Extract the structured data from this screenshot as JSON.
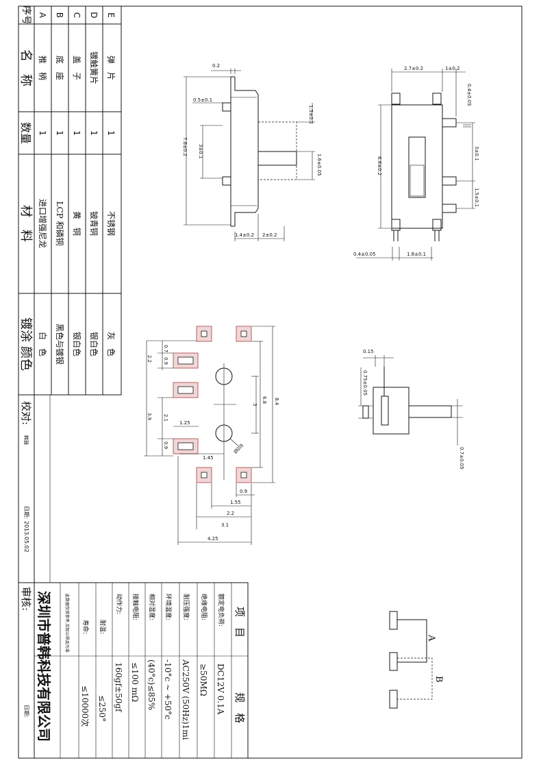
{
  "bom": {
    "headers": {
      "no": "序号",
      "name": "名　称",
      "qty": "数量",
      "material": "材　料",
      "plating": "镀涂 颜色"
    },
    "rows": [
      {
        "no": "A",
        "name": "推　柄",
        "qty": "1",
        "material": "进口增强尼龙",
        "plating": "白　色"
      },
      {
        "no": "B",
        "name": "底　座",
        "qty": "1",
        "material": "LCP 和磷铜",
        "plating": "黑色与镀银"
      },
      {
        "no": "C",
        "name": "盖　子",
        "qty": "1",
        "material": "黄　铜",
        "plating": "银白色"
      },
      {
        "no": "D",
        "name": "镀触簧片",
        "qty": "1",
        "material": "铍青铜",
        "plating": "银白色"
      },
      {
        "no": "E",
        "name": "弹　片",
        "qty": "1",
        "material": "不锈钢",
        "plating": "灰　色"
      }
    ]
  },
  "review": {
    "check_label": "校对:",
    "check_value": "韩鼓",
    "date_label": "日期:",
    "date_value": "2013.05.02",
    "audit_label": "审核:",
    "audit_date_label": "日期:"
  },
  "company": "深圳市普韩科技有限公司",
  "spec": {
    "header_item": "项　目",
    "header_spec": "规　格",
    "rows": [
      {
        "item": "额定电负荷:",
        "value": "DC12V 0.1A"
      },
      {
        "item": "绝缘电阻:",
        "value": "≥50MΩ"
      },
      {
        "item": "耐压强度:",
        "value": "AC250V (50Hz)1mi"
      },
      {
        "item": "环境温度:",
        "value": "-10°c ~ +50°c"
      },
      {
        "item": "相对湿度:",
        "value": "(40°c)≤85%"
      },
      {
        "item": "接触电阻:",
        "value": "≤100 mΩ"
      },
      {
        "item": "动作力:",
        "value": "160gf±50gf"
      },
      {
        "item": "耐温:",
        "value": "≤250°"
      },
      {
        "item": "寿命:",
        "value": "≤10000次"
      }
    ],
    "note": "此数据仅供参考,实际以样品为准"
  },
  "dims": {
    "side": {
      "d1": "0.2",
      "d2": "0.5±0.1",
      "d3": "7.8±0.2",
      "d4": "3±0.1",
      "d5": "1.5±0.2",
      "d6": "1.6±0.05",
      "d7": "1.4±0.2",
      "d8": "2±0.2"
    },
    "front": {
      "d1": "2.7±0.2",
      "d2": "1±0.2",
      "d3": "0.4±0.05",
      "d4": "6.6±0.2",
      "d5": "3±0.1",
      "d6": "1.5±0.1",
      "d7": "0.4±0.05",
      "d8": "1.8±0.1"
    },
    "footprint": {
      "d1": "0.7",
      "d2": "0.9",
      "d3": "2.2",
      "d4": "3.9",
      "d5": "2.1",
      "d6": "1.25",
      "d7": "0.9",
      "d8": "1.45",
      "d9": "3",
      "d10": "6.8",
      "d11": "8.4",
      "d12": "Ø0.9",
      "d13": "0.9",
      "d14": "1.55",
      "d15": "2.2",
      "d16": "3.1",
      "d17": "4.25"
    },
    "knob": {
      "d1": "0.15",
      "d2": "0.75±0.05",
      "d3": "0.7±0.05"
    },
    "schematic": {
      "a": "A",
      "b": "B"
    }
  }
}
